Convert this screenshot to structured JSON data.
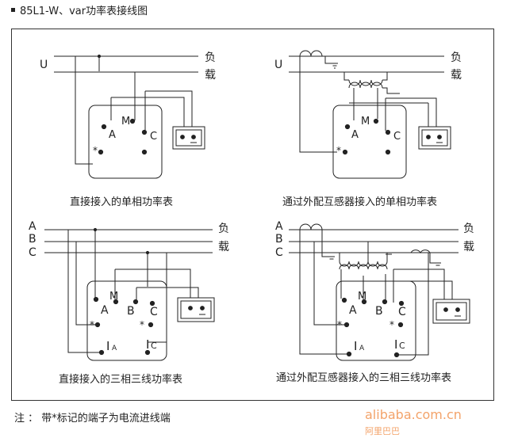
{
  "header": {
    "title": "85L1-W、var功率表接线图"
  },
  "diagrams": {
    "d1": {
      "caption": "直接接入的单相功率表",
      "line_u": "U",
      "load_top": "负",
      "load_bottom": "载",
      "t_m": "M",
      "t_a": "A",
      "t_c": "C",
      "star": "*"
    },
    "d2": {
      "caption": "通过外配互感器接入的单相功率表",
      "line_u": "U",
      "load_top": "负",
      "load_bottom": "载",
      "t_m": "M",
      "t_a": "A",
      "t_c": "C",
      "star": "*"
    },
    "d3": {
      "caption": "直接接入的三相三线功率表",
      "line_a": "A",
      "line_b": "B",
      "line_c": "C",
      "load_top": "负",
      "load_bottom": "载",
      "t_m": "M",
      "t_a": "A",
      "t_b": "B",
      "t_c": "C",
      "i_a": "I",
      "i_a_sub": "A",
      "i_c": "I",
      "i_c_sub": "C",
      "star": "*"
    },
    "d4": {
      "caption": "通过外配互感器接入的三相三线功率表",
      "line_a": "A",
      "line_b": "B",
      "line_c": "C",
      "load_top": "负",
      "load_bottom": "载",
      "t_m": "M",
      "t_a": "A",
      "t_b": "B",
      "t_c": "C",
      "i_a": "I",
      "i_a_sub": "A",
      "i_c": "I",
      "i_c_sub": "C",
      "star": "*"
    }
  },
  "note": {
    "text": "注 ： 带*标记的端子为电流进线端"
  },
  "watermark": {
    "text": "alibaba.com.cn",
    "sub": "阿里巴巴"
  }
}
